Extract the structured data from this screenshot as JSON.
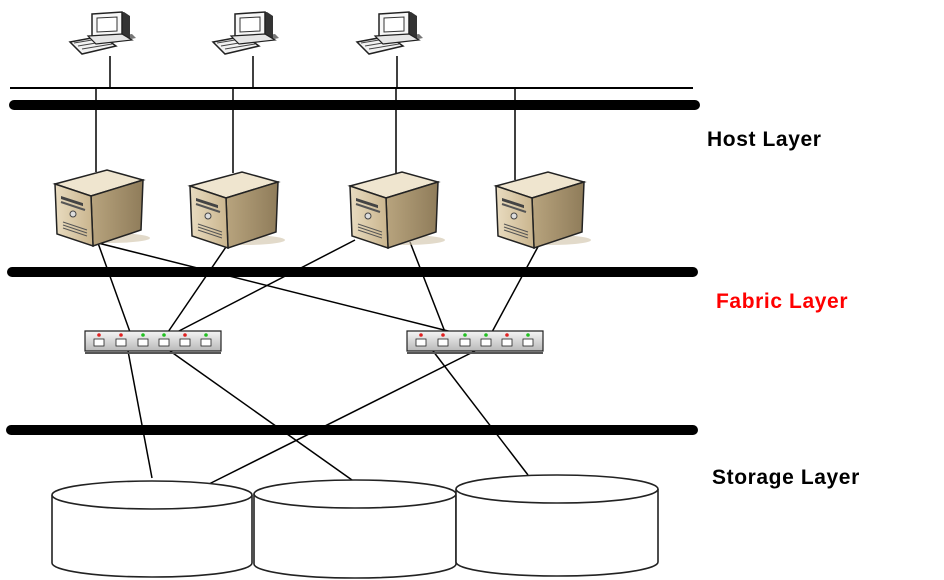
{
  "layers": {
    "host": {
      "label": "Host Layer",
      "color": "#000000"
    },
    "fabric": {
      "label": "Fabric Layer",
      "color": "#ff0000"
    },
    "storage": {
      "label": "Storage Layer",
      "color": "#000000"
    }
  },
  "icons": {
    "workstation": "desktop-computer-icon",
    "server": "tower-server-icon",
    "switch": "network-switch-icon",
    "storage": "disk-cylinder-icon"
  },
  "counts": {
    "workstations": 3,
    "servers": 4,
    "switches": 2,
    "storage_units": 3
  },
  "colors": {
    "bus": "#000000",
    "server_front": "#d9c7a4",
    "server_side": "#a7946f",
    "switch_body": "#d8d8d8",
    "led_red": "#e02020",
    "led_green": "#20c020"
  }
}
